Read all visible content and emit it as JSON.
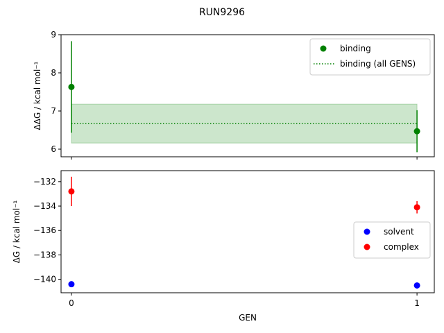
{
  "figure_title": "RUN9296",
  "chart_data": [
    {
      "type": "scatter",
      "panel": "top",
      "ylabel": "ΔΔG / kcal mol⁻¹",
      "ylim": [
        5.8,
        9.0
      ],
      "xlim": [
        -0.03,
        1.05
      ],
      "yticks": [
        6,
        7,
        8,
        9
      ],
      "xticks": [
        0,
        1
      ],
      "x": [
        0,
        1
      ],
      "legend_position": "upper right",
      "series": [
        {
          "name": "binding",
          "color": "#008000",
          "marker": "circle",
          "values": [
            7.63,
            6.47
          ],
          "errors": [
            1.2,
            0.55
          ]
        }
      ],
      "band": {
        "name": "binding (all GENS)",
        "color": "#008000",
        "line_style": "dotted",
        "mean": 6.67,
        "lower": 6.16,
        "upper": 7.18
      }
    },
    {
      "type": "scatter",
      "panel": "bottom",
      "ylabel": "ΔG / kcal mol⁻¹",
      "xlabel": "GEN",
      "ylim": [
        -141.1,
        -131.1
      ],
      "xlim": [
        -0.03,
        1.05
      ],
      "yticks": [
        -132,
        -134,
        -136,
        -138,
        -140
      ],
      "xticks": [
        0,
        1
      ],
      "x": [
        0,
        1
      ],
      "legend_position": "center right",
      "series": [
        {
          "name": "solvent",
          "color": "#0000ff",
          "marker": "circle",
          "values": [
            -140.4,
            -140.5
          ],
          "errors": [
            0,
            0
          ]
        },
        {
          "name": "complex",
          "color": "#ff0000",
          "marker": "circle",
          "values": [
            -132.8,
            -134.1
          ],
          "errors": [
            1.2,
            0.5
          ]
        }
      ]
    }
  ]
}
